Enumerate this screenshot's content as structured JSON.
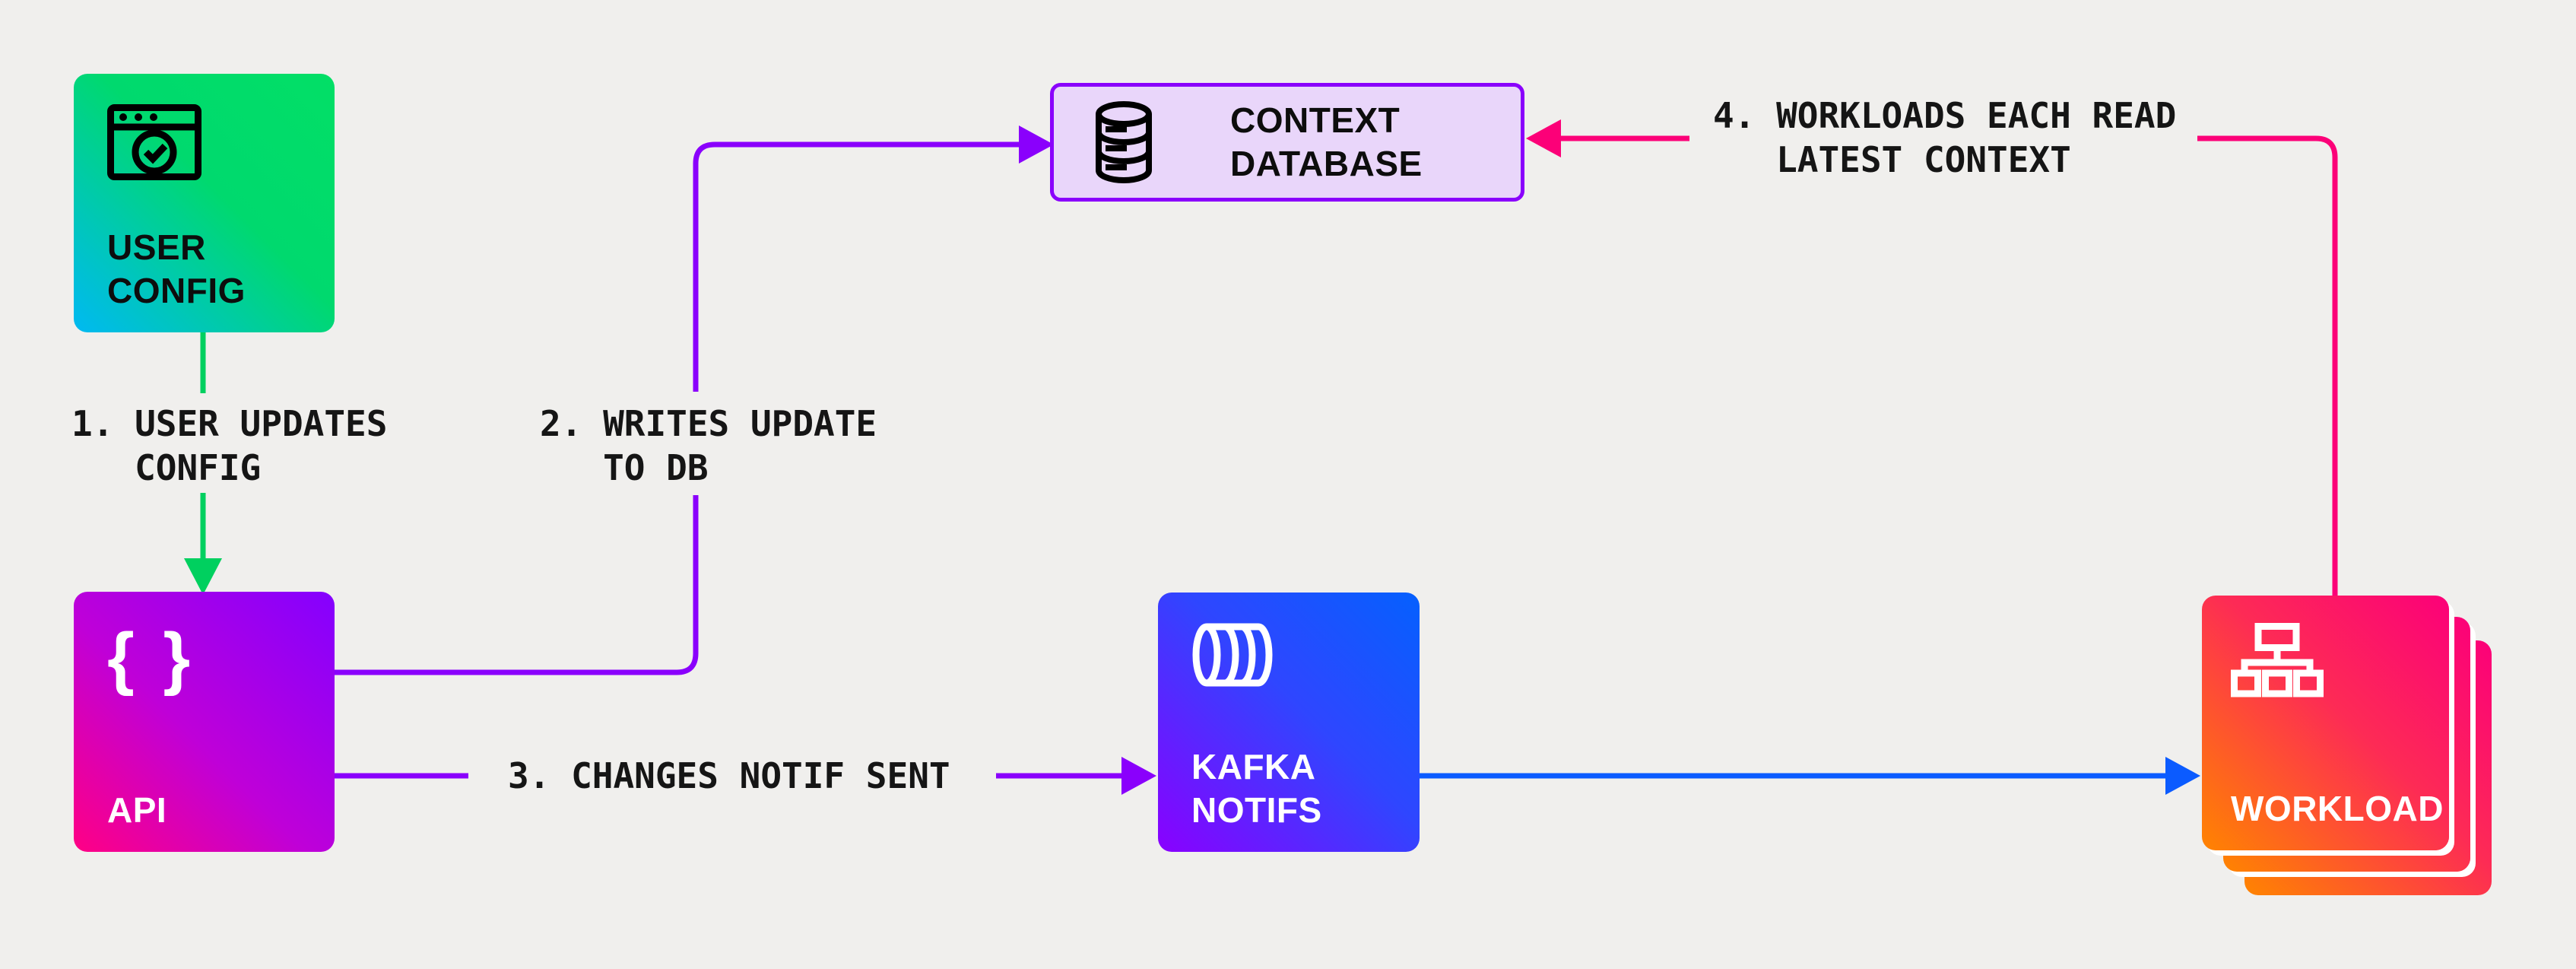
{
  "diagram": {
    "description": "config propagation flow diagram",
    "background_color": "#f0efed"
  },
  "colors": {
    "green_arrow": "#00d05f",
    "purple_arrow": "#8a00fc",
    "blue_arrow": "#0b5bff",
    "pink_arrow": "#fc0078",
    "db_fill": "#e9d6fa",
    "db_border": "#8a00fc",
    "user_config_gradient": [
      "#00b9f2",
      "#02df66"
    ],
    "api_gradient": [
      "#ff0084",
      "#8400ff"
    ],
    "kafka_gradient": [
      "#8a00ff",
      "#0560fe"
    ],
    "workload_gradient": [
      "#ff8400",
      "#fc0079"
    ]
  },
  "nodes": {
    "user_config": {
      "label": "USER\nCONFIG",
      "icon": "browser-check-icon"
    },
    "api": {
      "label": "API",
      "icon": "curly-braces-icon",
      "icon_glyph": "{ }"
    },
    "context_database": {
      "label": "CONTEXT\nDATABASE",
      "icon": "database-cylinder-icon"
    },
    "kafka_notifs": {
      "label": "KAFKA\nNOTIFS",
      "icon": "pipe-cylinder-icon"
    },
    "workload": {
      "label": "WORKLOAD",
      "icon": "sitemap-icon",
      "stack_count": 3
    }
  },
  "steps": [
    {
      "text": "1. USER UPDATES\n   CONFIG",
      "arrow_color": "#00d05f",
      "from": "user_config",
      "to": "api"
    },
    {
      "text": "2. WRITES UPDATE\n   TO DB",
      "arrow_color": "#8a00fc",
      "from": "api",
      "to": "context_database"
    },
    {
      "text": "3. CHANGES NOTIF SENT",
      "arrow_color": "#8a00fc",
      "from": "api",
      "to": "kafka_notifs"
    },
    {
      "text": "4. WORKLOADS EACH READ\n   LATEST CONTEXT",
      "arrow_color": "#fc0078",
      "from": "workload",
      "to": "context_database"
    }
  ],
  "unlabeled_arrows": [
    {
      "arrow_color": "#0b5bff",
      "from": "kafka_notifs",
      "to": "workload"
    }
  ]
}
